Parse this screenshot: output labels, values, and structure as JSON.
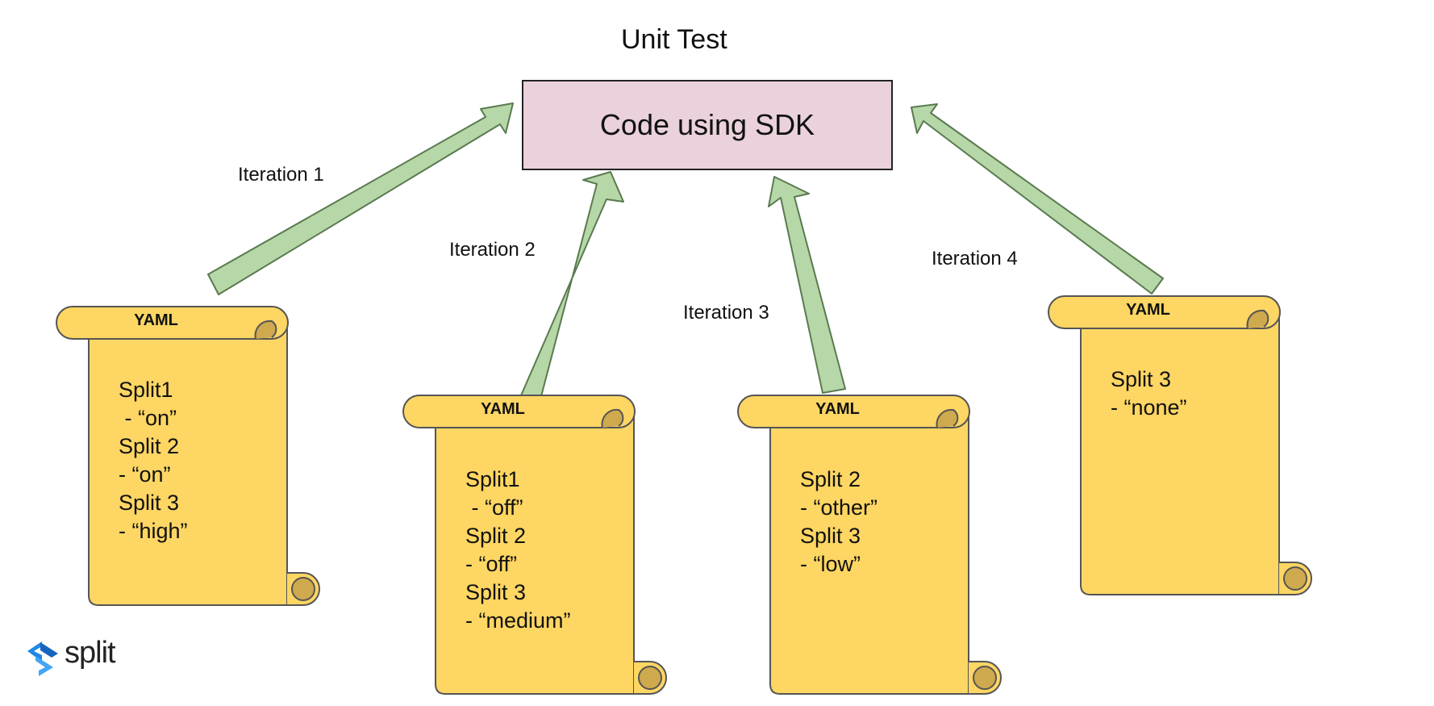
{
  "diagram": {
    "title": "Unit Test",
    "code_box": "Code using SDK",
    "iterations": [
      "Iteration 1",
      "Iteration 2",
      "Iteration 3",
      "Iteration 4"
    ],
    "scrolls": [
      {
        "heading": "YAML",
        "lines": [
          "Split1",
          " - “on”",
          "Split 2",
          "- “on”",
          "Split 3",
          "- “high”"
        ]
      },
      {
        "heading": "YAML",
        "lines": [
          "Split1",
          " - “off”",
          "Split 2",
          "- “off”",
          "Split 3",
          "- “medium”"
        ]
      },
      {
        "heading": "YAML",
        "lines": [
          "Split 2",
          "- “other”",
          "Split 3",
          "- “low”"
        ]
      },
      {
        "heading": "YAML",
        "lines": [
          "Split 3",
          "- “none”"
        ]
      }
    ]
  },
  "logo": {
    "text": "split",
    "icon": "split-logo-icon"
  },
  "colors": {
    "scroll_fill": "#fdd663",
    "scroll_curl": "#cfa94e",
    "arrow_fill": "#b6d7a8",
    "box_fill": "#ead1dc",
    "logo_blue": "#2196f3"
  }
}
